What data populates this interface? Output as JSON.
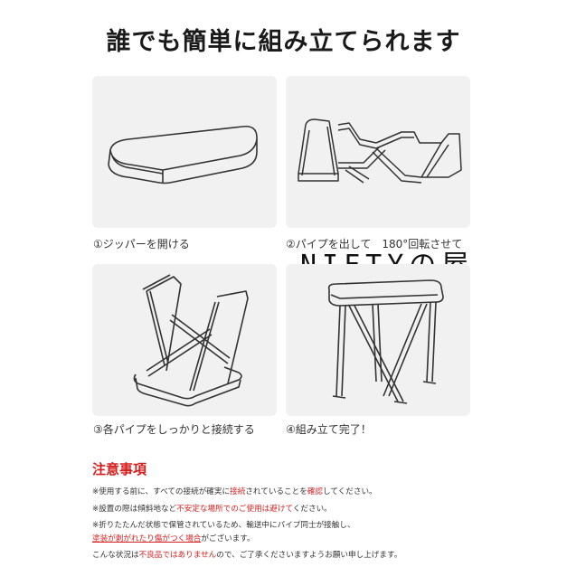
{
  "title": "誰でも簡単に組み立てられます",
  "steps": [
    {
      "caption": "①ジッパーを開ける"
    },
    {
      "caption": "②パイプを出して　180°回転させて"
    },
    {
      "caption": "③各パイプをしっかりと接続する"
    },
    {
      "caption": "④組み立て完了！"
    }
  ],
  "watermark": "NIFTYの屋",
  "notes": {
    "heading": "注意事項",
    "n1_a": "※使用する前に、すべての接続が確実に",
    "n1_b": "接続",
    "n1_c": "されていることを",
    "n1_d": "確認",
    "n1_e": "してください。",
    "n2_a": "※設置の際は傾斜地など",
    "n2_b": "不安定な場所でのご使用は避けて",
    "n2_c": "ください。",
    "n3": "※折りたたんだ状態で保管されているため、輸送中にパイプ同士が接触し、",
    "n4_a": "塗装が剥がれたり傷がつく場合",
    "n4_b": "がございます。",
    "n5_a": "こんな状況は",
    "n5_b": "不良品ではありません",
    "n5_c": "ので、ご了承くださいますようお願い申し上げます。"
  }
}
